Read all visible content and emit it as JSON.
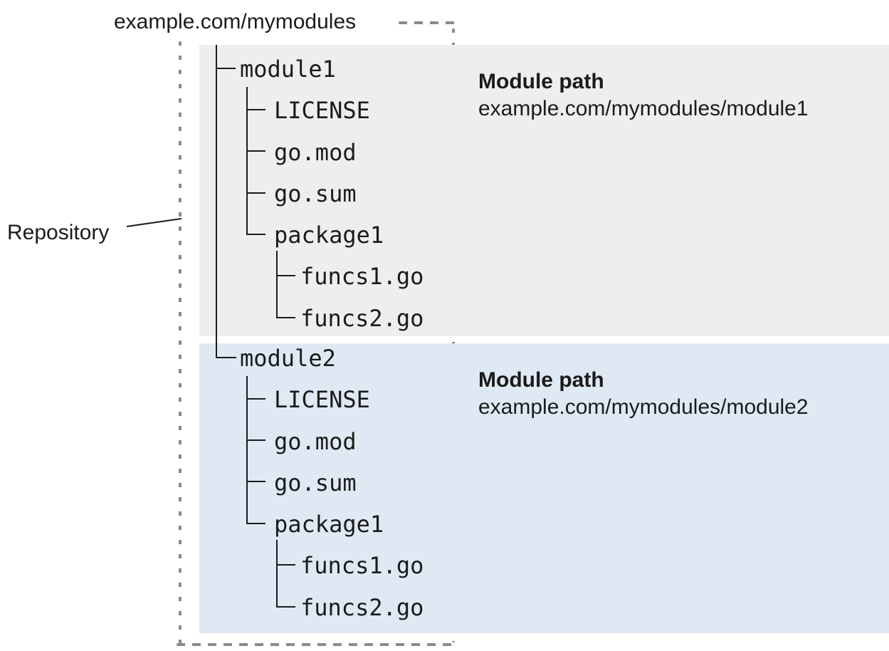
{
  "header": {
    "repo_url_label": "example.com/mymodules"
  },
  "repository": {
    "label": "Repository"
  },
  "modules": [
    {
      "name": "module1",
      "files": [
        "LICENSE",
        "go.mod",
        "go.sum"
      ],
      "package": {
        "name": "package1",
        "files": [
          "funcs1.go",
          "funcs2.go"
        ]
      },
      "module_path": {
        "title": "Module path",
        "value": "example.com/mymodules/module1"
      },
      "panel_color": "#eeeeee"
    },
    {
      "name": "module2",
      "files": [
        "LICENSE",
        "go.mod",
        "go.sum"
      ],
      "package": {
        "name": "package1",
        "files": [
          "funcs1.go",
          "funcs2.go"
        ]
      },
      "module_path": {
        "title": "Module path",
        "value": "example.com/mymodules/module2"
      },
      "panel_color": "#dfe9f3"
    }
  ],
  "colors": {
    "module1_panel_bg": "#eeeeee",
    "module2_panel_bg": "#dfe9f3",
    "dotted_border": "#8a8a8a",
    "line": "#1b1b1b",
    "background": "#ffffff"
  }
}
